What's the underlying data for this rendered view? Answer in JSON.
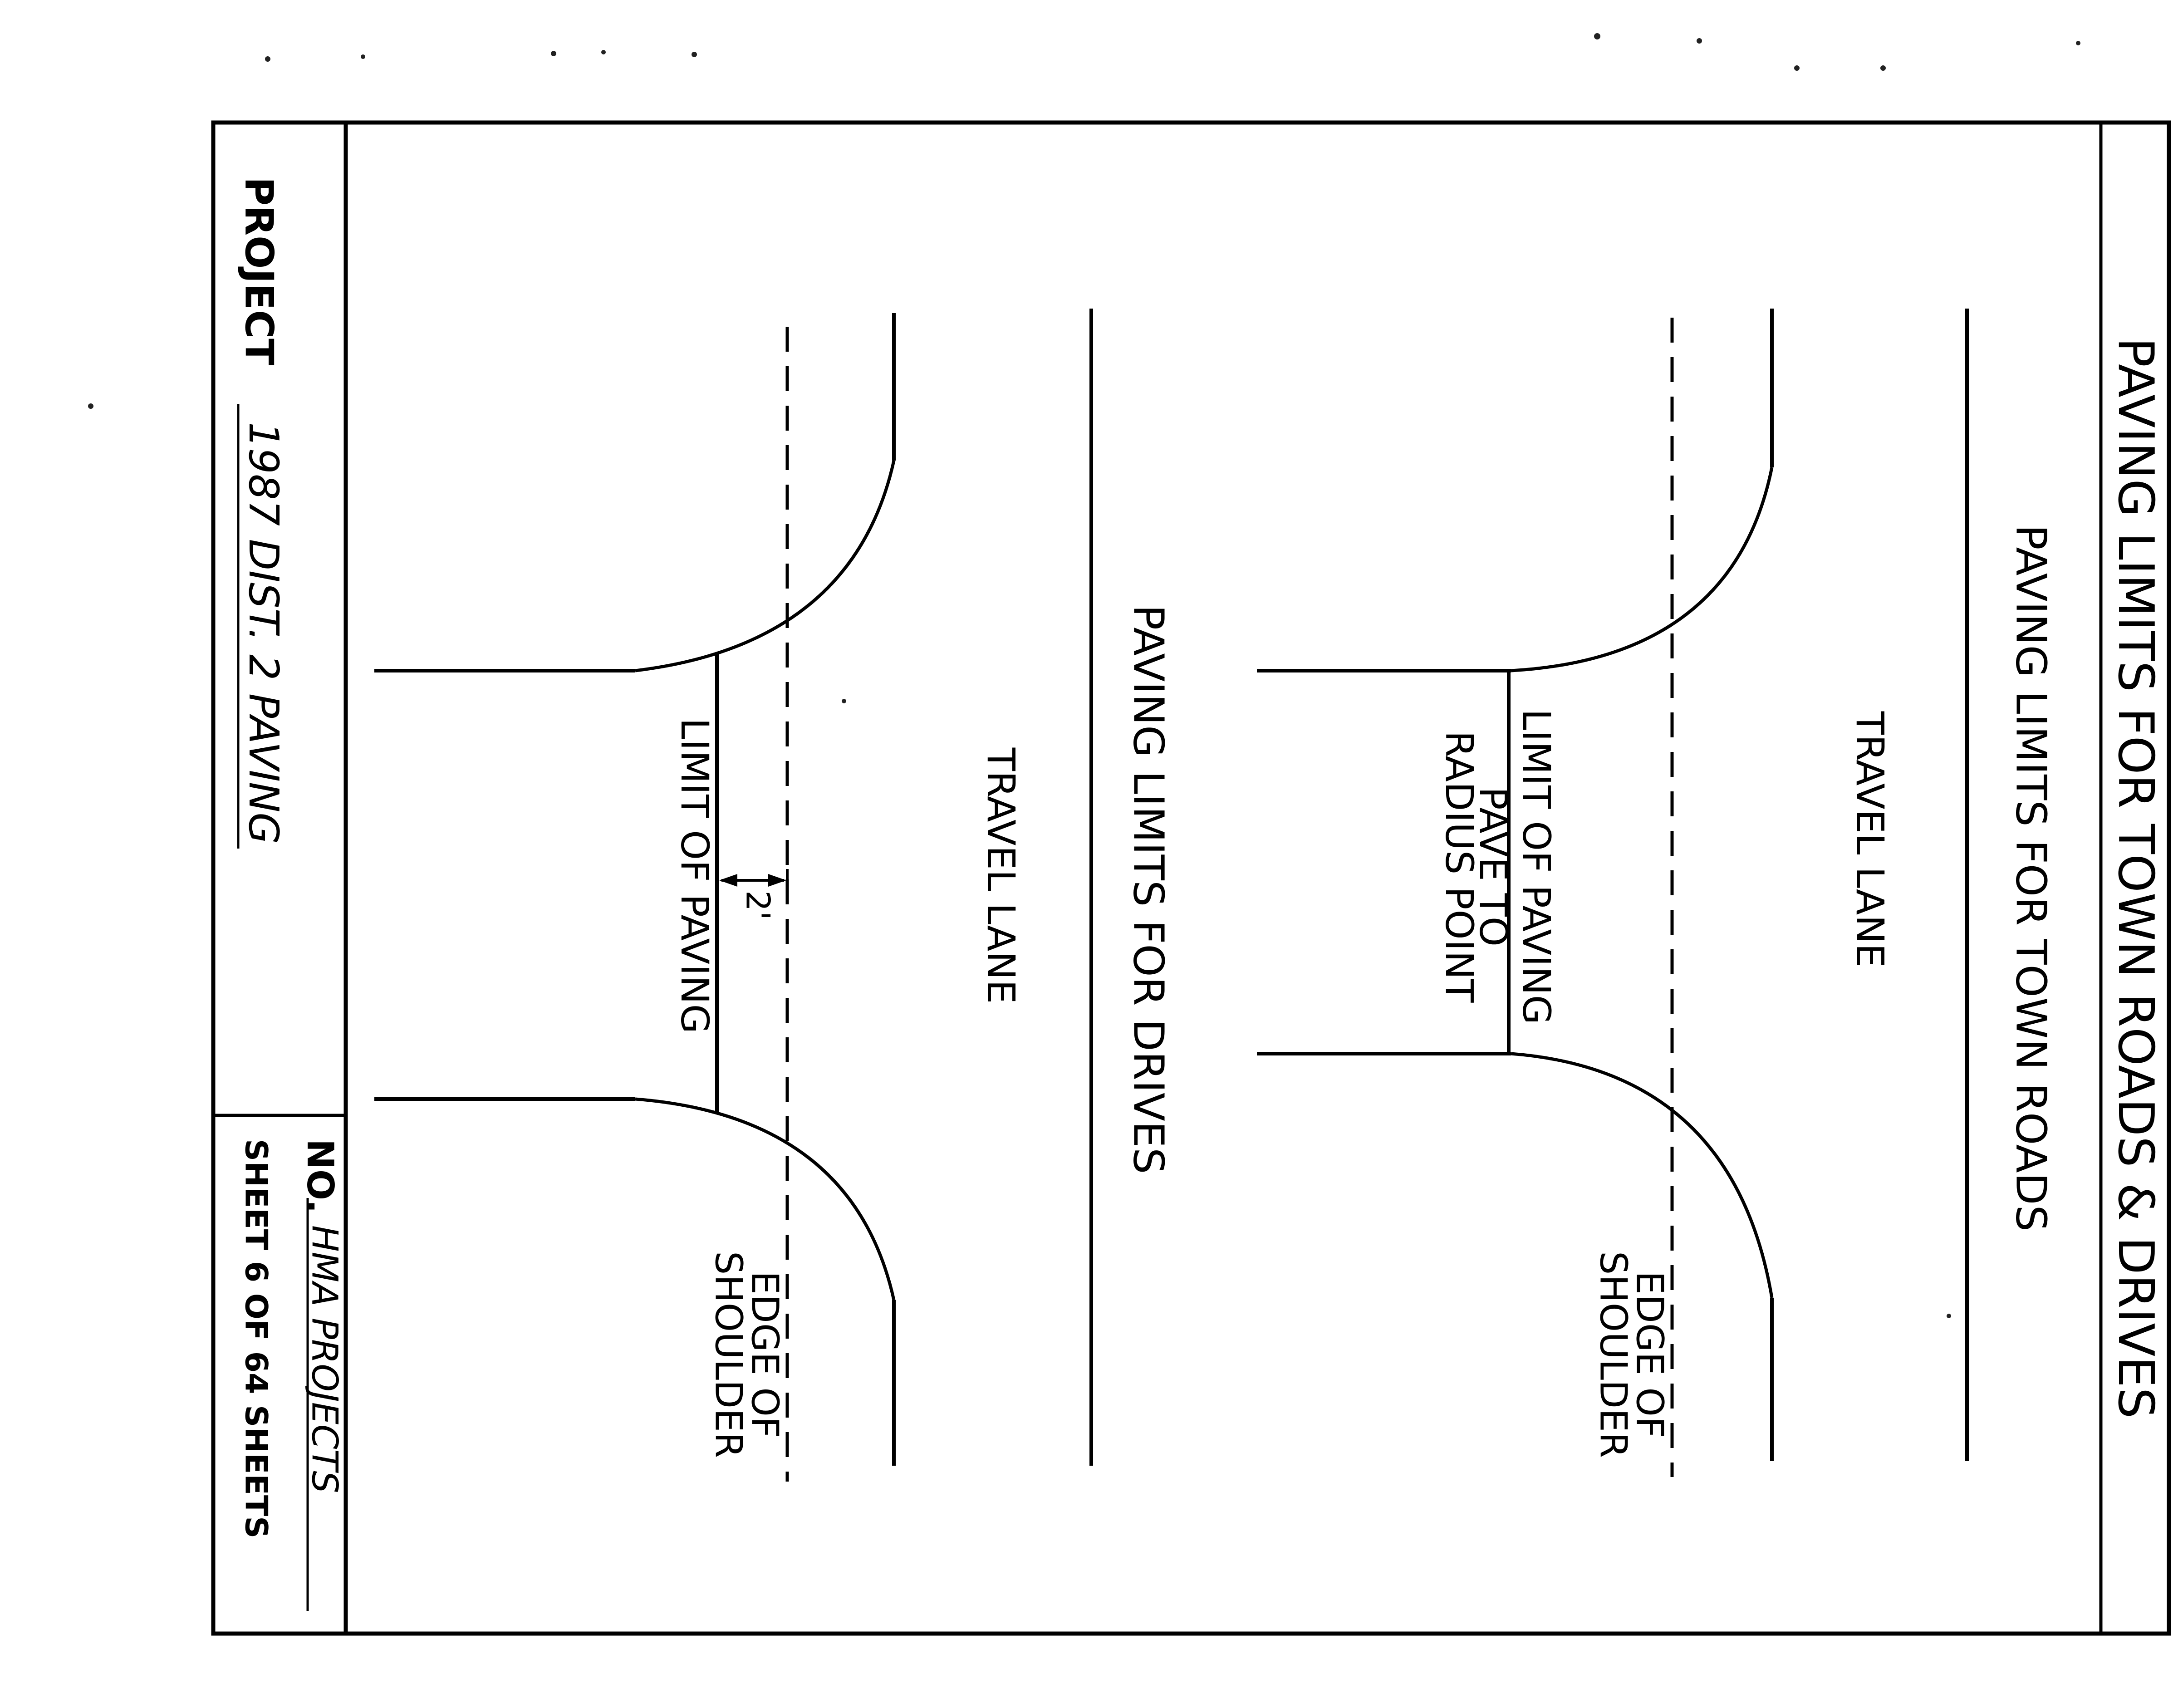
{
  "sheet": {
    "main_title": "PAVING LIMITS FOR TOWN ROADS & DRIVES",
    "project_label": "PROJECT",
    "project_name": "1987 DIST. 2 PAVING",
    "no_label": "NO.",
    "no_value": "HMA PROJECTS",
    "sheet_number": "SHEET 6 OF 64 SHEETS"
  },
  "town_roads": {
    "title": "PAVING LIMITS FOR TOWN ROADS",
    "travel_lane": "TRAVEL LANE",
    "limit_label": "LIMIT OF PAVING",
    "pave_to": "PAVE TO",
    "radius_point": "RADIUS POINT",
    "edge_line1": "EDGE OF",
    "edge_line2": "SHOULDER"
  },
  "drives": {
    "title": "PAVING LIMITS FOR DRIVES",
    "travel_lane": "TRAVEL LANE",
    "limit_label": "LIMIT OF PAVING",
    "dimension": "2'",
    "edge_line1": "EDGE OF",
    "edge_line2": "SHOULDER"
  }
}
